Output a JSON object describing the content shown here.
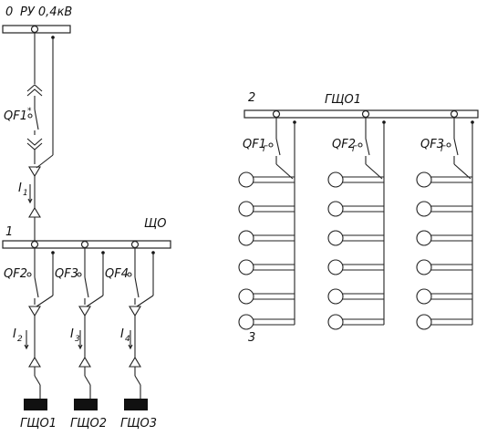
{
  "source_bus": {
    "number": "0",
    "label": "РУ 0,4кВ"
  },
  "main_feeder": {
    "breaker": "QF1",
    "current_symbol": "I",
    "current_index": "1"
  },
  "bus_1": {
    "number": "1",
    "label": "ЩО"
  },
  "feeders": [
    {
      "breaker": "QF2",
      "current_symbol": "I",
      "current_index": "2",
      "panel": "ГЩО1"
    },
    {
      "breaker": "QF3",
      "current_symbol": "I",
      "current_index": "3",
      "panel": "ГЩО2"
    },
    {
      "breaker": "QF4",
      "current_symbol": "I",
      "current_index": "4",
      "panel": "ГЩО3"
    }
  ],
  "bus_2": {
    "number": "2",
    "label": "ГЩО1"
  },
  "group_breakers": [
    {
      "label": "QF1",
      "sub": "Г"
    },
    {
      "label": "QF2",
      "sub": "Г"
    },
    {
      "label": "QF3",
      "sub": "Г"
    }
  ],
  "lamp_group_marker": "3",
  "colors": {
    "line": "#222222",
    "terminal": "#111111",
    "background": "#ffffff"
  }
}
